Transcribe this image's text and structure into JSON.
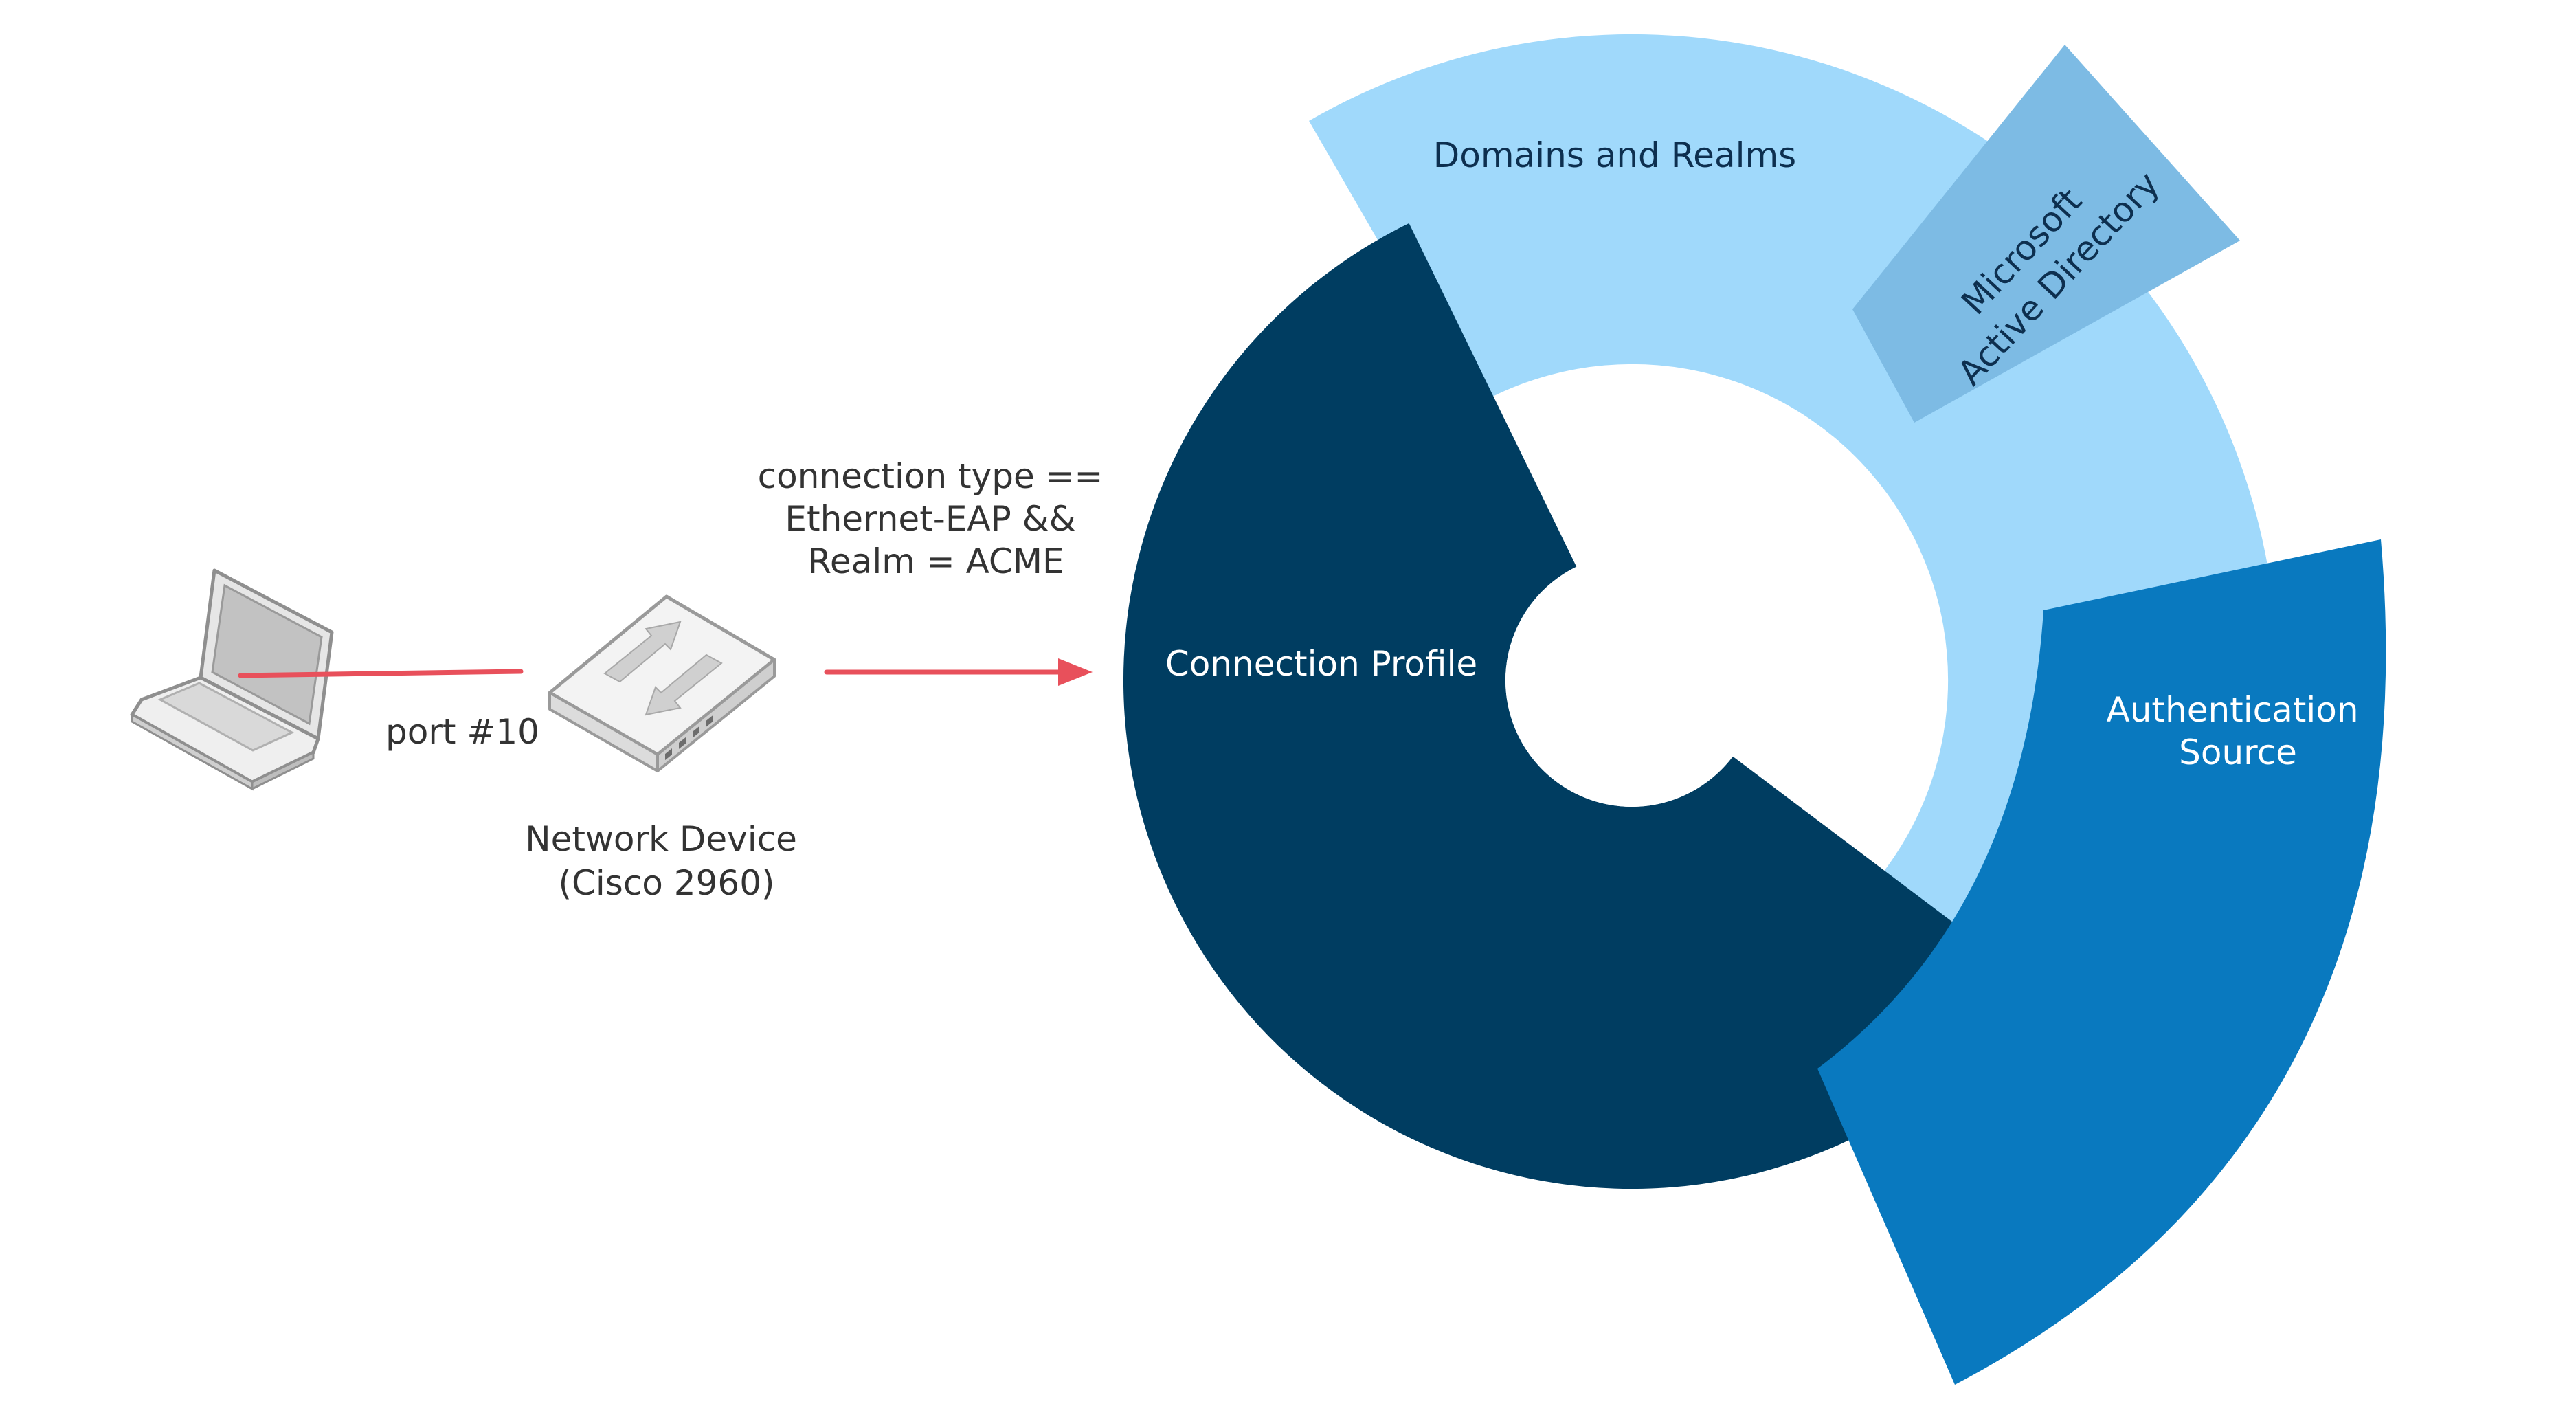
{
  "colors": {
    "connection_ring": "#003d61",
    "domains_ring": "#a0d9fb",
    "active_directory": "#7dbbe4",
    "auth_source": "#0979bf",
    "arrow": "#e8505b",
    "text_dark": "#333333"
  },
  "endpoint": {
    "icon": "laptop-icon",
    "port_label": "port #10"
  },
  "network_device": {
    "icon": "switch-icon",
    "line1": "Network Device",
    "line2": "(Cisco 2960)"
  },
  "condition": {
    "line1": "connection type ==",
    "line2": "Ethernet-EAP &&",
    "line3": "Realm = ACME"
  },
  "rings": {
    "connection_profile": "Connection Profile",
    "domains_and_realms": "Domains and Realms",
    "active_directory": {
      "line1": "Microsoft",
      "line2": "Active Directory"
    },
    "authentication_source": {
      "line1": "Authentication",
      "line2": "Source"
    }
  }
}
